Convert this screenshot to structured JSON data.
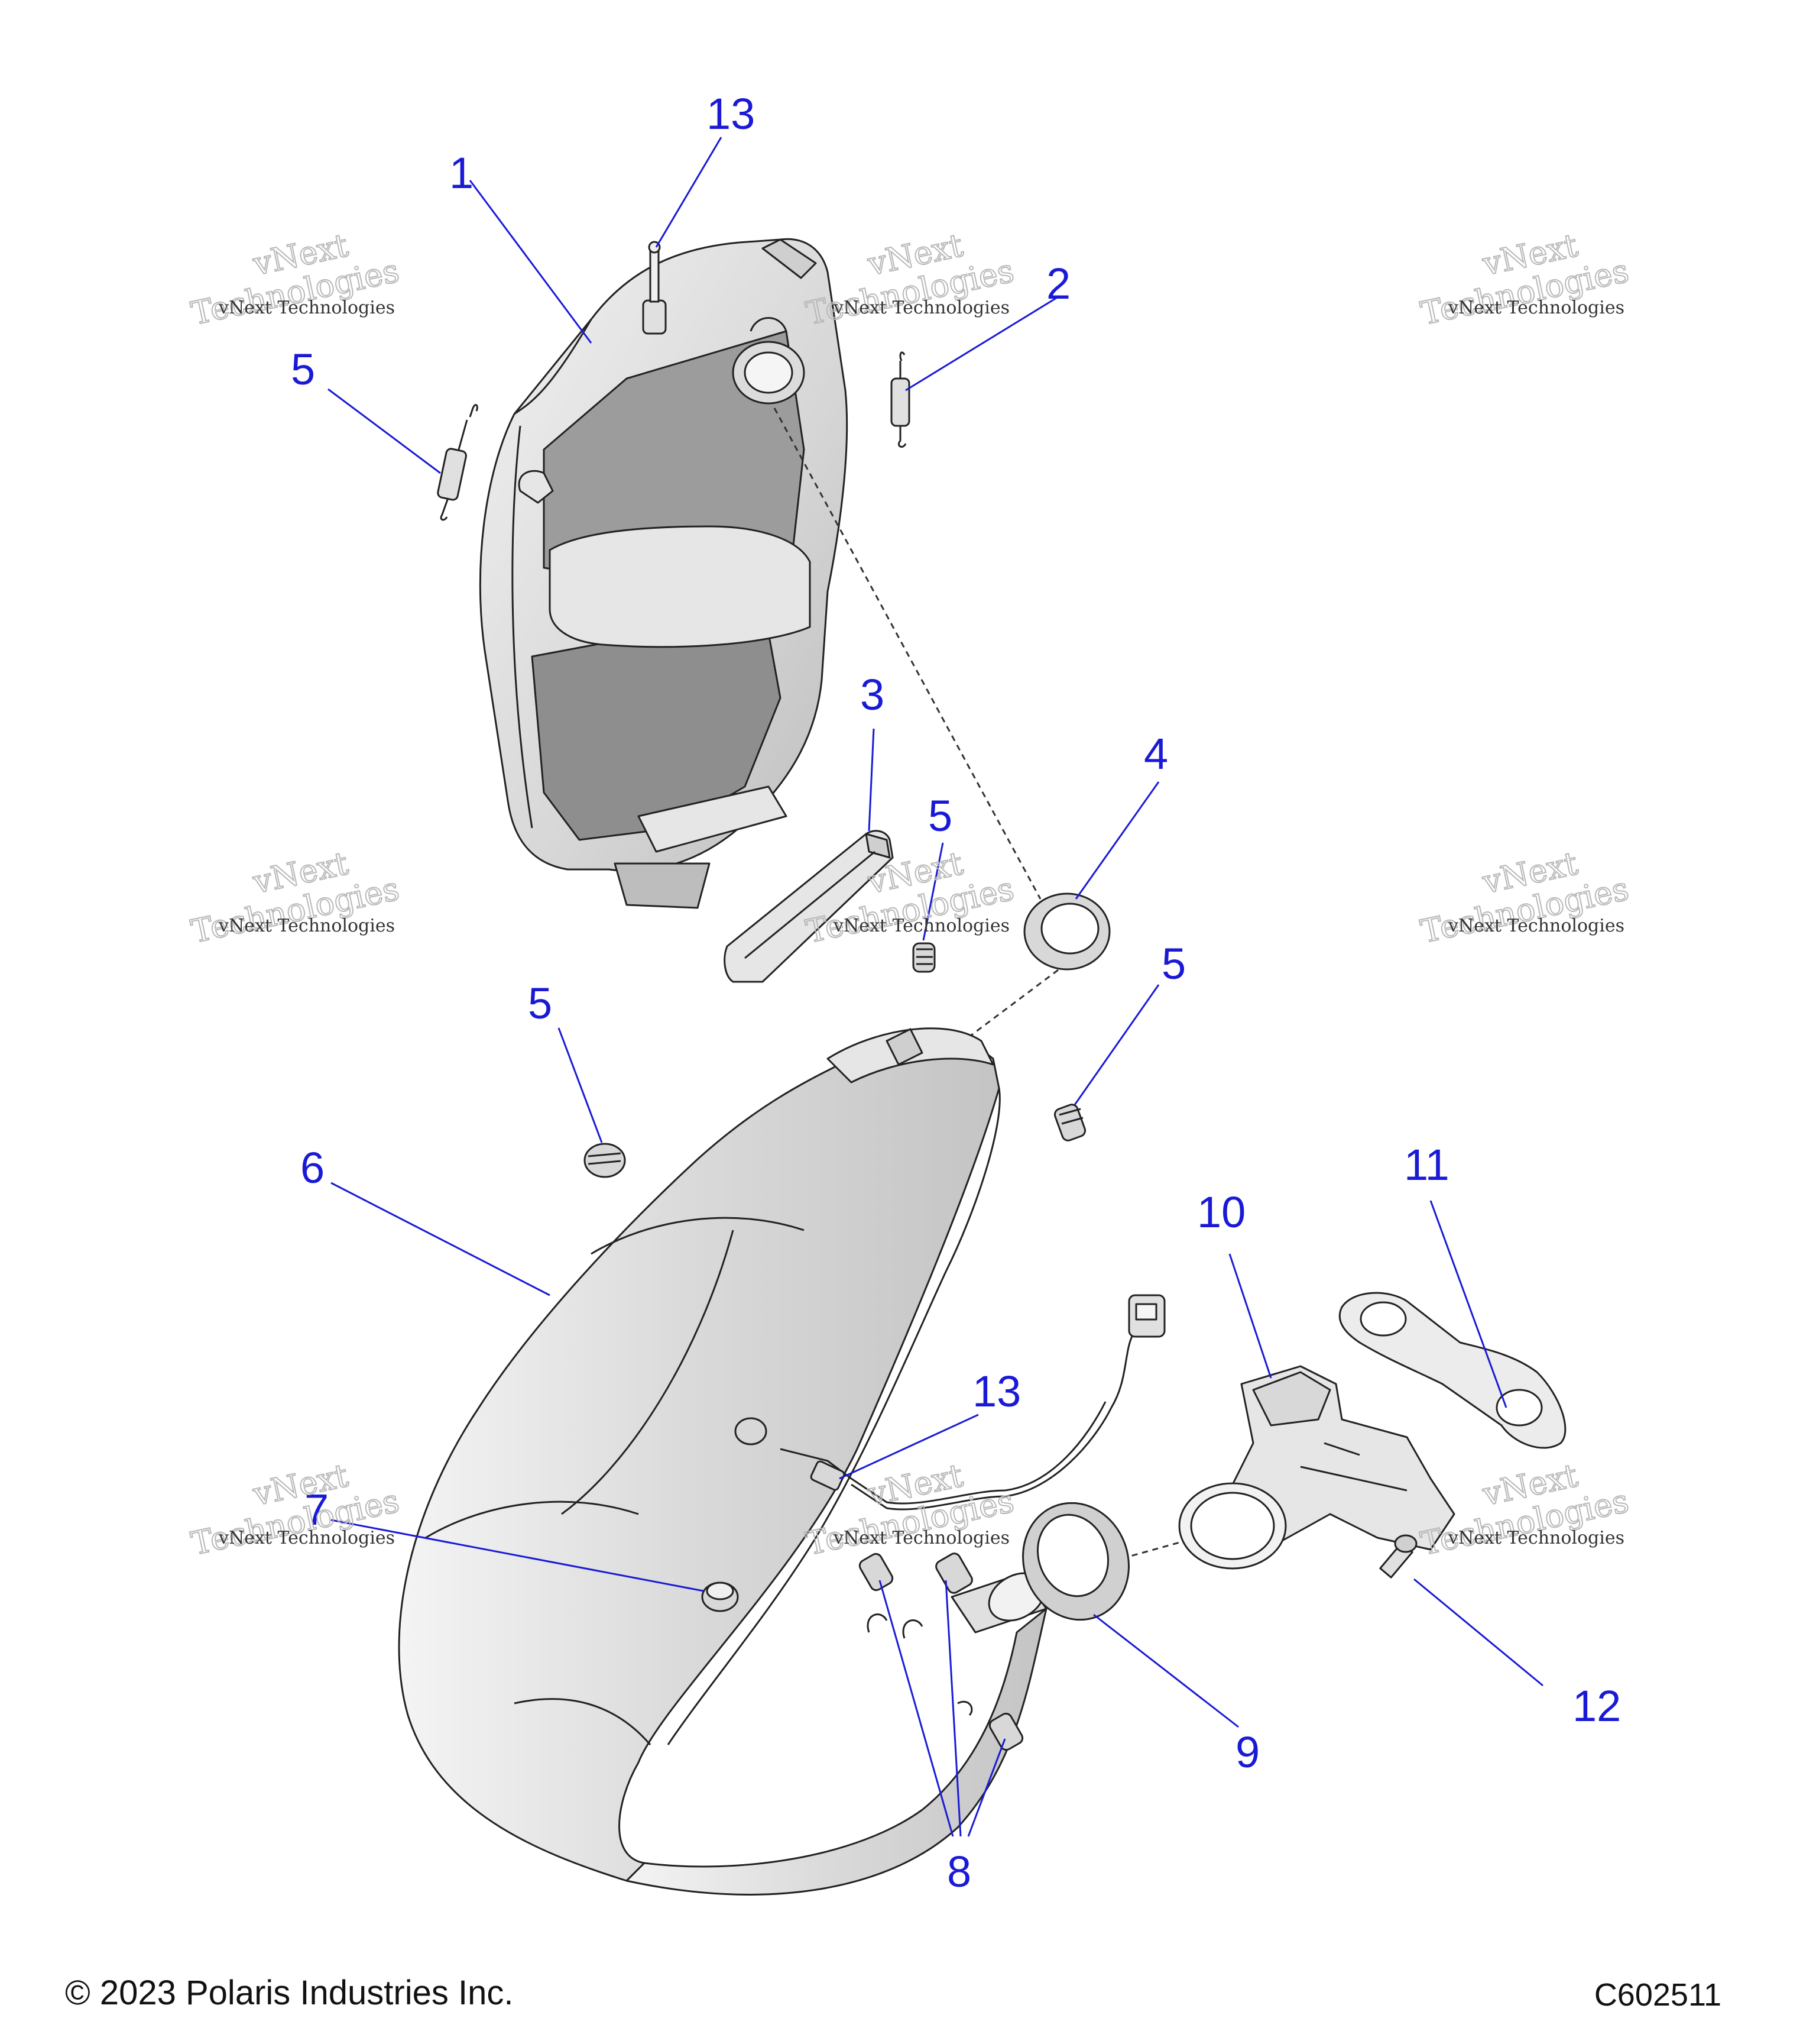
{
  "callouts": {
    "c1": "1",
    "c2": "2",
    "c3": "3",
    "c4": "4",
    "c5a": "5",
    "c5b": "5",
    "c5c": "5",
    "c5d": "5",
    "c6": "6",
    "c7": "7",
    "c8": "8",
    "c9": "9",
    "c10": "10",
    "c11": "11",
    "c12": "12",
    "c13a": "13",
    "c13b": "13"
  },
  "watermark": {
    "line1": "vNext Technologies",
    "big1": "vNext",
    "big2": "Technologies"
  },
  "footer": {
    "copyright": "© 2023 Polaris Industries Inc.",
    "figure_code": "C602511"
  },
  "colors": {
    "callout": "#1a1ad6",
    "part_fill_light": "#e9e9e9",
    "part_fill_dark": "#9c9c9c",
    "outline": "#222222"
  }
}
